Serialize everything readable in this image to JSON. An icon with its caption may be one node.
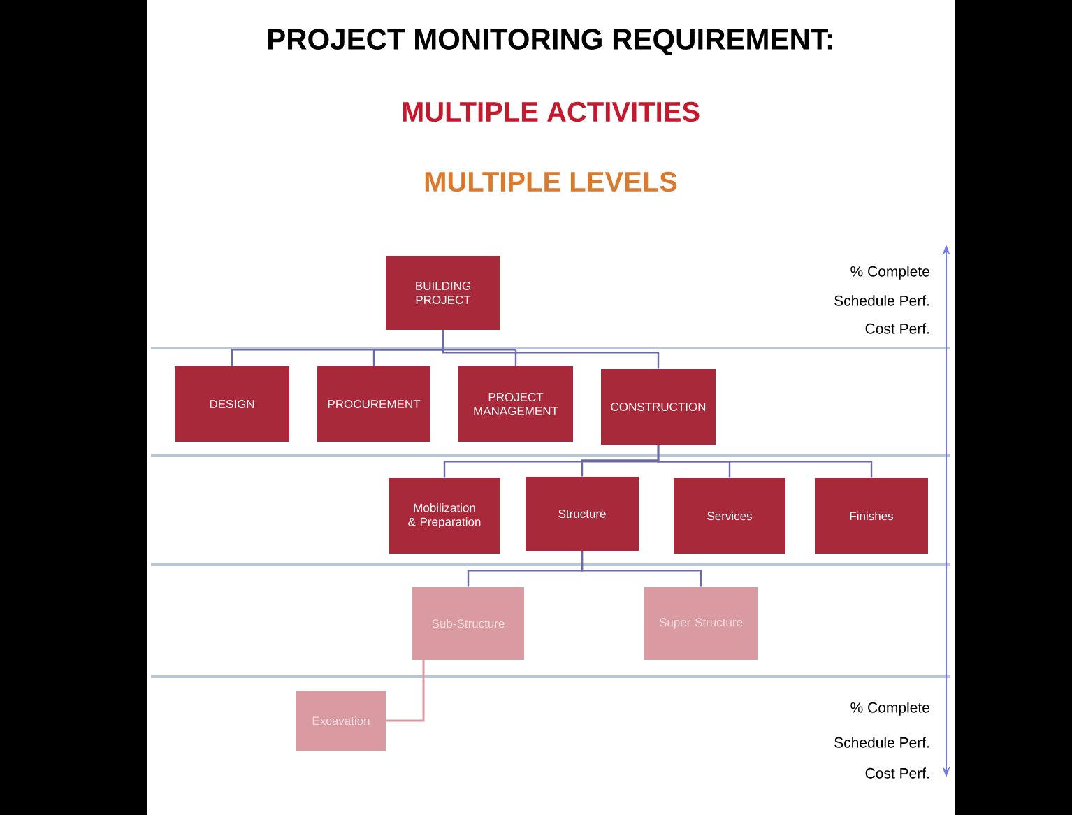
{
  "diagram": {
    "title": "PROJECT MONITORING REQUIREMENT:",
    "nodes": [
      {
        "text": [
          "BUILDING PROJECT"
        ]
      },
      {
        "text": [
          "DESIGN"
        ]
      },
      {
        "text": [
          "PROCUREMENT"
        ]
      },
      {
        "text": [
          "PROJECT MANAGEMENT"
        ]
      },
      {
        "text": [
          "CONSTRUCTION"
        ]
      },
      {
        "text": [
          "Mobilization & Preparation"
        ]
      },
      {
        "text": [
          "Structure"
        ]
      },
      {
        "text": [
          "Services"
        ]
      },
      {
        "text": [
          "Finishes"
        ]
      },
      {
        "text": [
          "Sub-Structure"
        ]
      },
      {
        "text": [
          "Super Structure"
        ]
      },
      {
        "text": [
          "Excavation"
        ]
      }
    ],
    "edges": [
      {
        "from": 0,
        "to": 1,
        "arrow": "none"
      },
      {
        "from": 0,
        "to": 2,
        "arrow": "none"
      },
      {
        "from": 0,
        "to": 3,
        "arrow": "none"
      },
      {
        "from": 0,
        "to": 4,
        "arrow": "none"
      },
      {
        "from": 4,
        "to": 5,
        "arrow": "none"
      },
      {
        "from": 4,
        "to": 6,
        "arrow": "none"
      },
      {
        "from": 4,
        "to": 7,
        "arrow": "none"
      },
      {
        "from": 4,
        "to": 8,
        "arrow": "none"
      },
      {
        "from": 6,
        "to": 9,
        "arrow": "none"
      },
      {
        "from": 6,
        "to": 10,
        "arrow": "none"
      },
      {
        "from": 9,
        "to": 11,
        "arrow": "none",
        "color": "#d99aa2"
      }
    ],
    "labels": [
      "MULTIPLE ACTIVITIES",
      "MULTIPLE LEVELS",
      "% Complete",
      "Schedule  Perf.",
      "Cost Perf.",
      "% Complete",
      "Schedule  Perf.",
      "Cost Perf."
    ]
  }
}
